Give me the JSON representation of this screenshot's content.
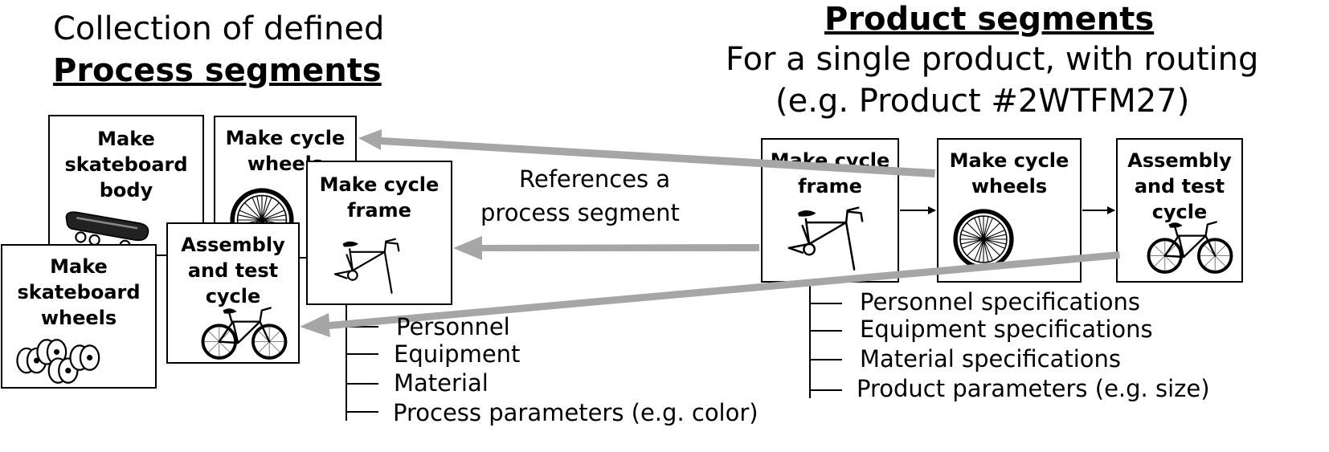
{
  "left": {
    "heading_line1": "Collection of defined",
    "heading_line2": "Process segments",
    "boxes": [
      {
        "label": "Make skateboard wheels",
        "picture": "skateboard-wheels-icon"
      },
      {
        "label": "Make skateboard body",
        "picture": "skateboard-icon"
      },
      {
        "label": "Make cycle wheels",
        "picture": "wheel-icon"
      },
      {
        "label": "Make cycle frame",
        "picture": "bicycle-frame-icon"
      },
      {
        "label": "Assembly and test cycle",
        "picture": "bicycle-icon"
      }
    ],
    "properties": [
      "Personnel",
      "Equipment",
      "Material",
      "Process parameters (e.g. color)"
    ]
  },
  "arrow_label_line1": "References a",
  "arrow_label_line2": "process segment",
  "right": {
    "heading_line1": "Product segments",
    "heading_line2": "For a single product, with routing",
    "heading_line3": "(e.g. Product #2WTFM27)",
    "boxes": [
      {
        "label": "Make cycle frame",
        "picture": "bicycle-frame-icon"
      },
      {
        "label": "Make cycle wheels",
        "picture": "wheel-icon"
      },
      {
        "label": "Assembly and test cycle",
        "picture": "bicycle-icon"
      }
    ],
    "properties": [
      "Personnel specifications",
      "Equipment specifications",
      "Material specifications",
      "Product parameters (e.g. size)"
    ]
  },
  "colors": {
    "arrow": "#a6a6a6",
    "line": "#000000",
    "background": "#ffffff"
  }
}
